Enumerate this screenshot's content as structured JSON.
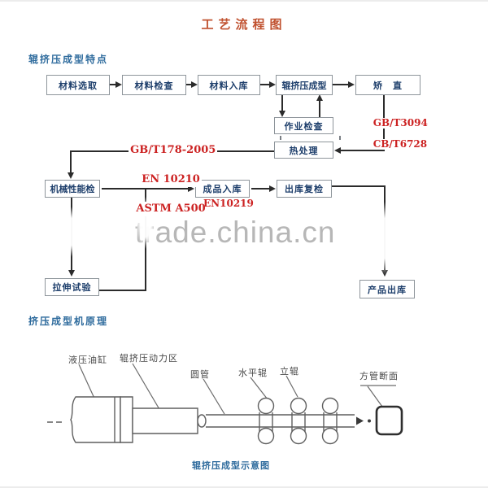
{
  "page": {
    "title": "工艺流程图",
    "watermark": "trade.china.cn"
  },
  "flowchart": {
    "section_title": "辊挤压成型特点",
    "boxes": {
      "material_select": "材料选取",
      "material_inspect": "材料检查",
      "material_store": "材料入库",
      "roll_extrusion": "辊挤压成型",
      "straighten": "矫　直",
      "operation_check": "作业检查",
      "heat_treatment": "热处理",
      "mechanical_test": "机械性能检",
      "product_store": "成品入库",
      "outbound_recheck": "出库复检",
      "tensile_test": "拉伸试验",
      "product_outbound": "产品出库"
    },
    "standards": {
      "group1_line1": "GB/T178-2005",
      "group1_line2": "EN 10210",
      "group1_line3": "ASTM A500",
      "group2_line1": "GB/T3094",
      "group2_line2": "CB/T6728",
      "group3": "EN10219"
    }
  },
  "machine": {
    "section_title": "挤压成型机原理",
    "caption": "辊挤压成型示意图",
    "labels": {
      "hydraulic_cylinder": "液压油缸",
      "power_zone": "辊挤压动力区",
      "round_tube": "圆管",
      "horizontal_roll": "水平辊",
      "vertical_roll": "立辊",
      "square_section": "方管断面"
    }
  },
  "colors": {
    "title_red": "#c0512f",
    "section_blue": "#2e6b9d",
    "box_text": "#1d3e6b",
    "box_border": "#8e959b",
    "standard_red": "#cc2222",
    "line_dark": "#2b2b2b",
    "watermark_gray": "#b7b7b7",
    "machine_line": "#5f5f5f",
    "label_gray": "#474747"
  }
}
